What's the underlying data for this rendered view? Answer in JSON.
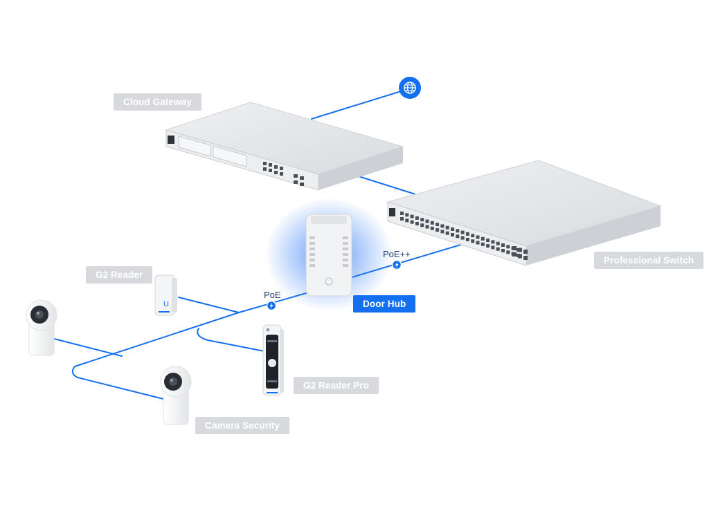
{
  "colors": {
    "cable": "#1570ef",
    "label_bg": "#d8d9dc",
    "label_active_bg": "#1570ef",
    "label_text": "#ffffff",
    "poe_text": "#1b3e6e",
    "device_body": "#e6e8eb"
  },
  "labels": {
    "cloud_gateway": "Cloud Gateway",
    "professional_switch": "Professional Switch",
    "door_hub": "Door Hub",
    "g2_reader": "G2 Reader",
    "g2_reader_pro": "G2 Reader Pro",
    "camera_security": "Camera Security"
  },
  "connections": {
    "poe_plus_plus": "PoE++",
    "poe": "PoE"
  },
  "icons": {
    "internet": "globe-icon",
    "power": "lightning-icon"
  }
}
